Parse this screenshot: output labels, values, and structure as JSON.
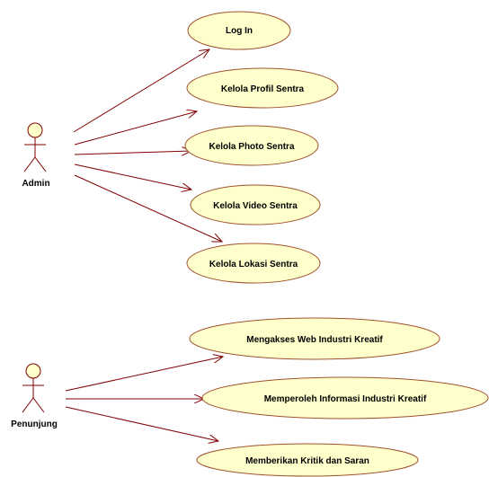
{
  "diagram": {
    "actors": [
      {
        "name": "Admin"
      },
      {
        "name": "Penunjung"
      }
    ],
    "use_cases": [
      {
        "label": "Log In",
        "actor": "Admin"
      },
      {
        "label": "Kelola Profil Sentra",
        "actor": "Admin"
      },
      {
        "label": "Kelola Photo Sentra",
        "actor": "Admin"
      },
      {
        "label": "Kelola Video Sentra",
        "actor": "Admin"
      },
      {
        "label": "Kelola Lokasi Sentra",
        "actor": "Admin"
      },
      {
        "label": "Mengakses Web Industri Kreatif",
        "actor": "Penunjung"
      },
      {
        "label": "Memperoleh Informasi Industri Kreatif",
        "actor": "Penunjung"
      },
      {
        "label": "Memberikan Kritik dan Saran",
        "actor": "Penunjung"
      }
    ],
    "colors": {
      "use_case_fill": "#ffffcc",
      "use_case_border": "#a0522d",
      "line": "#800000"
    }
  }
}
